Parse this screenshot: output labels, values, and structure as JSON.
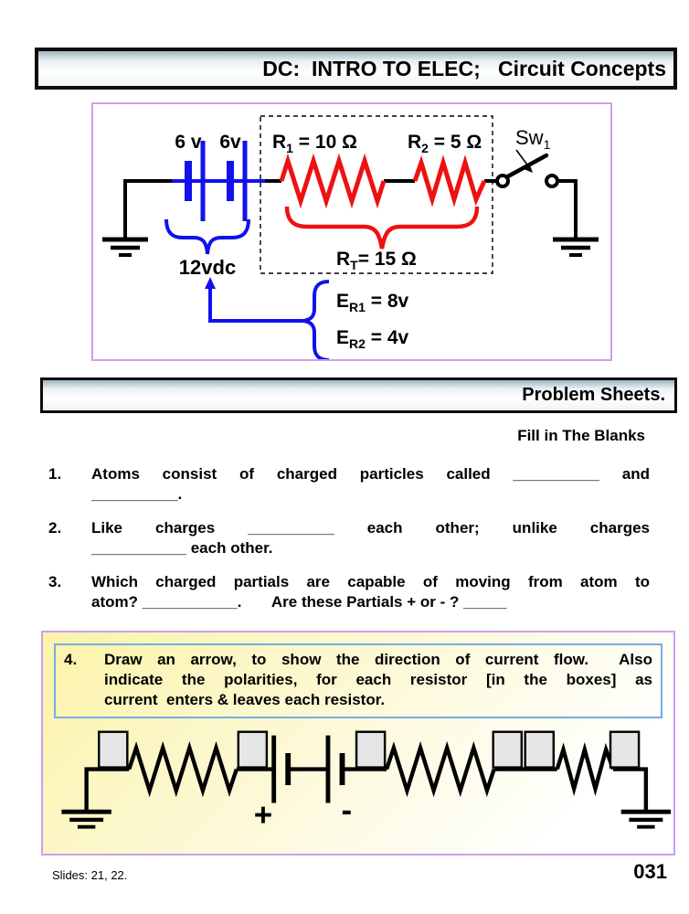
{
  "title_bar": {
    "text": "DC:  INTRO TO ELEC;   Circuit Concepts"
  },
  "problem_bar": {
    "text": "Problem Sheets."
  },
  "section_heading": "Fill in The Blanks",
  "circuit1": {
    "battery_cell1_label": "6 v",
    "battery_cell2_label": "6v",
    "r1_label": {
      "main": "R",
      "sub": "1",
      "rest": " = 10 Ω"
    },
    "r2_label": {
      "main": "R",
      "sub": "2",
      "rest": " = 5 Ω"
    },
    "switch_label": {
      "main": "Sw",
      "sub": "1"
    },
    "total_resistance_label": {
      "main": "R",
      "sub": "T",
      "rest": "= 15 Ω"
    },
    "battery_total_label": "12vdc",
    "er1_label": {
      "main": "E",
      "sub": "R1",
      "rest": " = 8v"
    },
    "er2_label": {
      "main": "E",
      "sub": "R2",
      "rest": " = 4v"
    }
  },
  "questions": [
    {
      "num": "1.",
      "lines": [
        "Atoms consist of charged particles called __________ and",
        "__________."
      ]
    },
    {
      "num": "2.",
      "lines": [
        "Like charges __________ each other; unlike charges",
        "___________ each other."
      ]
    },
    {
      "num": "3.",
      "lines": [
        "Which charged partials are capable of moving from atom to",
        "atom? ___________.       Are these Partials + or - ? _____"
      ]
    }
  ],
  "q4": {
    "num": "4.",
    "lines": [
      "Draw an arrow, to show the direction of current flow.  Also",
      "indicate the polarities, for each resistor [in the boxes] as",
      "current  enters & leaves each resistor."
    ]
  },
  "circuit2": {
    "plus_label": "+",
    "minus_label": "-"
  },
  "footer": {
    "slides_note": "Slides: 21, 22.",
    "page_number": "031"
  },
  "colors": {
    "battery_blue": "#1111ee",
    "resistor_red": "#ee1111",
    "wire_black": "#000000",
    "box_border_purple": "#c9a0ee",
    "q4_border_blue": "#74aee3",
    "answer_box_gray": "#e6e6e6"
  }
}
